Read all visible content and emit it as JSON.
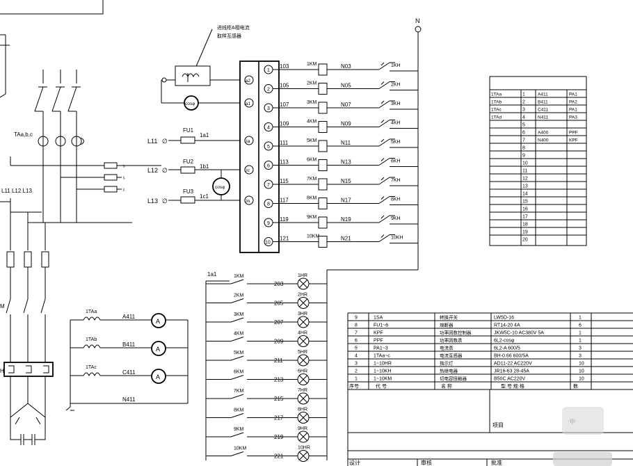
{
  "ct_note": "进线柜A相电流\n取样互感器",
  "neutral_label": "N",
  "ta_label": "TAa,b,c",
  "bus_label": "L11 L12 L13",
  "lines": [
    {
      "name": "L11",
      "fuse": "FU1",
      "node": "1a1"
    },
    {
      "name": "L12",
      "fuse": "FU2",
      "node": "1b1"
    },
    {
      "name": "L13",
      "fuse": "FU3",
      "node": "1c1"
    }
  ],
  "meters": {
    "pf": "cosφ",
    "var": "cosφ"
  },
  "controller_left_labels": [
    "Ia2",
    "Ia1",
    "",
    "Ua",
    "",
    "Uc",
    "Un"
  ],
  "controller_terminals": [
    "1",
    "2",
    "3",
    "4",
    "5",
    "6",
    "7",
    "8",
    "9",
    "10"
  ],
  "step_rows": [
    {
      "wire": "103",
      "km": "1KM",
      "n": "N03",
      "kh": "1KH"
    },
    {
      "wire": "105",
      "km": "2KM",
      "n": "N05",
      "kh": "2KH"
    },
    {
      "wire": "107",
      "km": "3KM",
      "n": "N07",
      "kh": "3KH"
    },
    {
      "wire": "109",
      "km": "4KM",
      "n": "N09",
      "kh": "4KH"
    },
    {
      "wire": "111",
      "km": "5KM",
      "n": "N11",
      "kh": "5KH"
    },
    {
      "wire": "113",
      "km": "6KM",
      "n": "N13",
      "kh": "6KH"
    },
    {
      "wire": "115",
      "km": "7KM",
      "n": "N15",
      "kh": "7KH"
    },
    {
      "wire": "117",
      "km": "8KM",
      "n": "N17",
      "kh": "8KH"
    },
    {
      "wire": "119",
      "km": "9KM",
      "n": "N19",
      "kh": "9KH"
    },
    {
      "wire": "121",
      "km": "10KM",
      "n": "N21",
      "kh": "10KH"
    }
  ],
  "lamp_header": "1a1",
  "lamp_rows": [
    {
      "km": "1KM",
      "wire": "203",
      "hr": "1HR"
    },
    {
      "km": "2KM",
      "wire": "205",
      "hr": "2HR"
    },
    {
      "km": "3KM",
      "wire": "207",
      "hr": "3HR"
    },
    {
      "km": "4KM",
      "wire": "209",
      "hr": "4HR"
    },
    {
      "km": "5KM",
      "wire": "211",
      "hr": "5HR"
    },
    {
      "km": "6KM",
      "wire": "213",
      "hr": "6HR"
    },
    {
      "km": "7KM",
      "wire": "215",
      "hr": "7HR"
    },
    {
      "km": "8KM",
      "wire": "217",
      "hr": "8HR"
    },
    {
      "km": "9KM",
      "wire": "219",
      "hr": "9HR"
    },
    {
      "km": "10KM",
      "wire": "221",
      "hr": "10HR"
    }
  ],
  "ammeter_rows": [
    {
      "ct": "1TAa",
      "wire": "A411",
      "meter": "A"
    },
    {
      "ct": "1TAb",
      "wire": "B411",
      "meter": "A"
    },
    {
      "ct": "1TAc",
      "wire": "C411",
      "meter": "A"
    }
  ],
  "n411": "N411",
  "km_label": "M",
  "kh_label": "H",
  "terminal_table": [
    [
      "1TAa",
      "1",
      "A411",
      "PA1"
    ],
    [
      "1TAb",
      "2",
      "B411",
      "PA2"
    ],
    [
      "1TAc",
      "3",
      "C411",
      "PA1"
    ],
    [
      "1TAd",
      "4",
      "N411",
      "PA3"
    ],
    [
      "",
      "5",
      "",
      ""
    ],
    [
      "",
      "6",
      "A400",
      "PPF"
    ],
    [
      "",
      "7",
      "N400",
      "KPF"
    ],
    [
      "",
      "8",
      "",
      ""
    ],
    [
      "",
      "9",
      "",
      ""
    ],
    [
      "",
      "10",
      "",
      ""
    ],
    [
      "",
      "11",
      "",
      ""
    ],
    [
      "",
      "12",
      "",
      ""
    ],
    [
      "",
      "13",
      "",
      ""
    ],
    [
      "",
      "14",
      "",
      ""
    ],
    [
      "",
      "15",
      "",
      ""
    ],
    [
      "",
      "16",
      "",
      ""
    ],
    [
      "",
      "17",
      "",
      ""
    ],
    [
      "",
      "18",
      "",
      ""
    ],
    [
      "",
      "19",
      "",
      ""
    ],
    [
      "",
      "20",
      "",
      ""
    ]
  ],
  "bom": [
    [
      "9",
      "1SA",
      "转换开关",
      "LW5D-16",
      "1"
    ],
    [
      "8",
      "FU1~6",
      "熔断器",
      "RT14-20  4A",
      "6"
    ],
    [
      "7",
      "KPF",
      "功率因数控制器",
      "JKW5C-10  AC380V 5A",
      "1"
    ],
    [
      "6",
      "PPF",
      "功率因数表",
      "6L2-cosφ",
      "1"
    ],
    [
      "5",
      "PA1~3",
      "电流表",
      "6L2-A  600/5",
      "3"
    ],
    [
      "4",
      "1TAa~c",
      "电流互感器",
      "BH-0.66 600/5A",
      "3"
    ],
    [
      "3",
      "1~10HR",
      "指示灯",
      "AD11-22  AC220V",
      "10"
    ],
    [
      "2",
      "1~10KH",
      "热继电器",
      "JR16-63  28-45A",
      "10"
    ],
    [
      "1",
      "1~10KM",
      "切电容接触器",
      "B50C  AC220V",
      "10"
    ]
  ],
  "bom_header": [
    "序号",
    "代    号",
    "名      称",
    "型 号 规 格",
    "数"
  ],
  "title_block": {
    "project": "项目",
    "design": "设计",
    "check": "审核",
    "approve": "批准"
  }
}
